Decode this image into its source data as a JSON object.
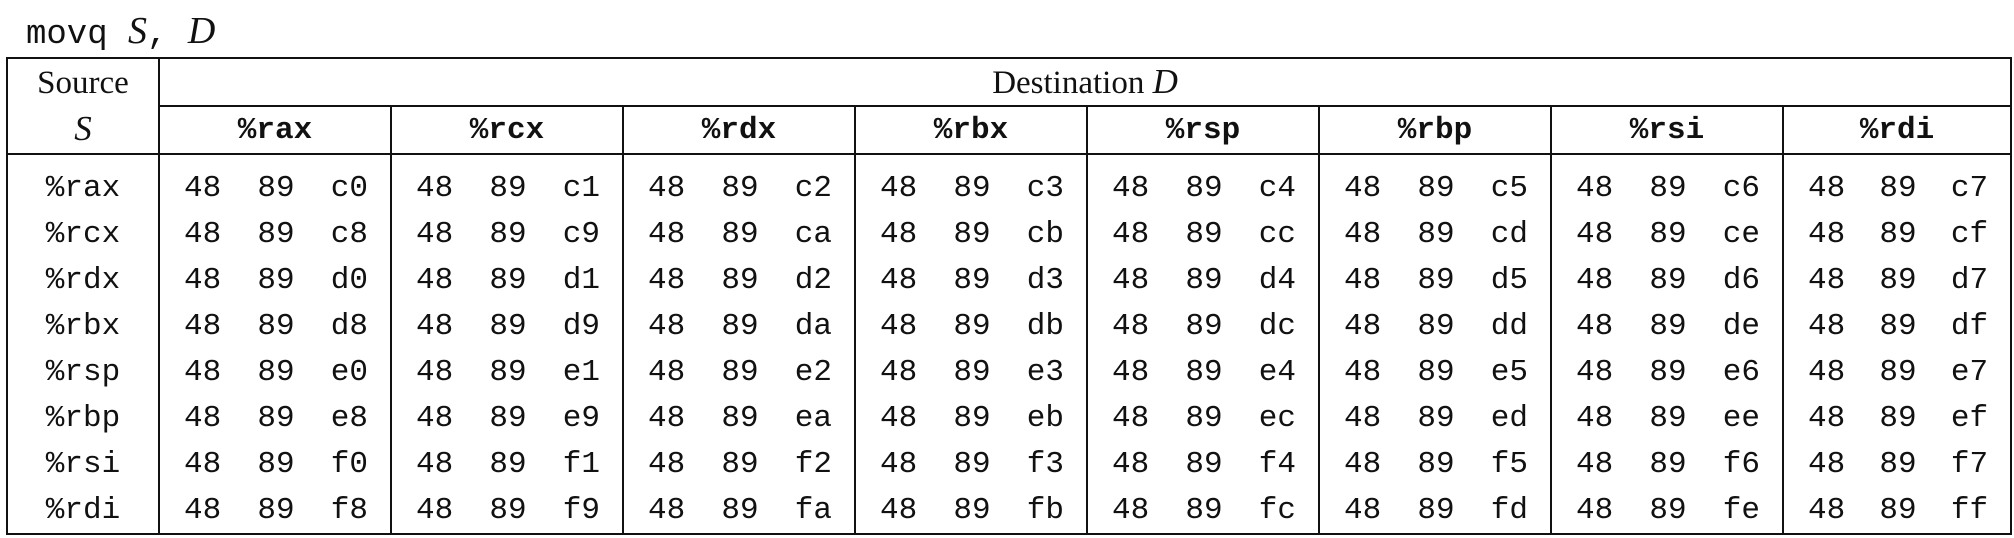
{
  "title": {
    "mnemonic": "movq",
    "src_symbol": "S",
    "comma": ",",
    "dst_symbol": "D"
  },
  "header": {
    "source_label": "Source",
    "source_symbol": "S",
    "destination_label": "Destination",
    "destination_symbol": "D",
    "registers": [
      "%rax",
      "%rcx",
      "%rdx",
      "%rbx",
      "%rsp",
      "%rbp",
      "%rsi",
      "%rdi"
    ]
  },
  "rows": [
    {
      "source": "%rax",
      "cells": [
        [
          "48",
          "89",
          "c0"
        ],
        [
          "48",
          "89",
          "c1"
        ],
        [
          "48",
          "89",
          "c2"
        ],
        [
          "48",
          "89",
          "c3"
        ],
        [
          "48",
          "89",
          "c4"
        ],
        [
          "48",
          "89",
          "c5"
        ],
        [
          "48",
          "89",
          "c6"
        ],
        [
          "48",
          "89",
          "c7"
        ]
      ]
    },
    {
      "source": "%rcx",
      "cells": [
        [
          "48",
          "89",
          "c8"
        ],
        [
          "48",
          "89",
          "c9"
        ],
        [
          "48",
          "89",
          "ca"
        ],
        [
          "48",
          "89",
          "cb"
        ],
        [
          "48",
          "89",
          "cc"
        ],
        [
          "48",
          "89",
          "cd"
        ],
        [
          "48",
          "89",
          "ce"
        ],
        [
          "48",
          "89",
          "cf"
        ]
      ]
    },
    {
      "source": "%rdx",
      "cells": [
        [
          "48",
          "89",
          "d0"
        ],
        [
          "48",
          "89",
          "d1"
        ],
        [
          "48",
          "89",
          "d2"
        ],
        [
          "48",
          "89",
          "d3"
        ],
        [
          "48",
          "89",
          "d4"
        ],
        [
          "48",
          "89",
          "d5"
        ],
        [
          "48",
          "89",
          "d6"
        ],
        [
          "48",
          "89",
          "d7"
        ]
      ]
    },
    {
      "source": "%rbx",
      "cells": [
        [
          "48",
          "89",
          "d8"
        ],
        [
          "48",
          "89",
          "d9"
        ],
        [
          "48",
          "89",
          "da"
        ],
        [
          "48",
          "89",
          "db"
        ],
        [
          "48",
          "89",
          "dc"
        ],
        [
          "48",
          "89",
          "dd"
        ],
        [
          "48",
          "89",
          "de"
        ],
        [
          "48",
          "89",
          "df"
        ]
      ]
    },
    {
      "source": "%rsp",
      "cells": [
        [
          "48",
          "89",
          "e0"
        ],
        [
          "48",
          "89",
          "e1"
        ],
        [
          "48",
          "89",
          "e2"
        ],
        [
          "48",
          "89",
          "e3"
        ],
        [
          "48",
          "89",
          "e4"
        ],
        [
          "48",
          "89",
          "e5"
        ],
        [
          "48",
          "89",
          "e6"
        ],
        [
          "48",
          "89",
          "e7"
        ]
      ]
    },
    {
      "source": "%rbp",
      "cells": [
        [
          "48",
          "89",
          "e8"
        ],
        [
          "48",
          "89",
          "e9"
        ],
        [
          "48",
          "89",
          "ea"
        ],
        [
          "48",
          "89",
          "eb"
        ],
        [
          "48",
          "89",
          "ec"
        ],
        [
          "48",
          "89",
          "ed"
        ],
        [
          "48",
          "89",
          "ee"
        ],
        [
          "48",
          "89",
          "ef"
        ]
      ]
    },
    {
      "source": "%rsi",
      "cells": [
        [
          "48",
          "89",
          "f0"
        ],
        [
          "48",
          "89",
          "f1"
        ],
        [
          "48",
          "89",
          "f2"
        ],
        [
          "48",
          "89",
          "f3"
        ],
        [
          "48",
          "89",
          "f4"
        ],
        [
          "48",
          "89",
          "f5"
        ],
        [
          "48",
          "89",
          "f6"
        ],
        [
          "48",
          "89",
          "f7"
        ]
      ]
    },
    {
      "source": "%rdi",
      "cells": [
        [
          "48",
          "89",
          "f8"
        ],
        [
          "48",
          "89",
          "f9"
        ],
        [
          "48",
          "89",
          "fa"
        ],
        [
          "48",
          "89",
          "fb"
        ],
        [
          "48",
          "89",
          "fc"
        ],
        [
          "48",
          "89",
          "fd"
        ],
        [
          "48",
          "89",
          "fe"
        ],
        [
          "48",
          "89",
          "ff"
        ]
      ]
    }
  ]
}
